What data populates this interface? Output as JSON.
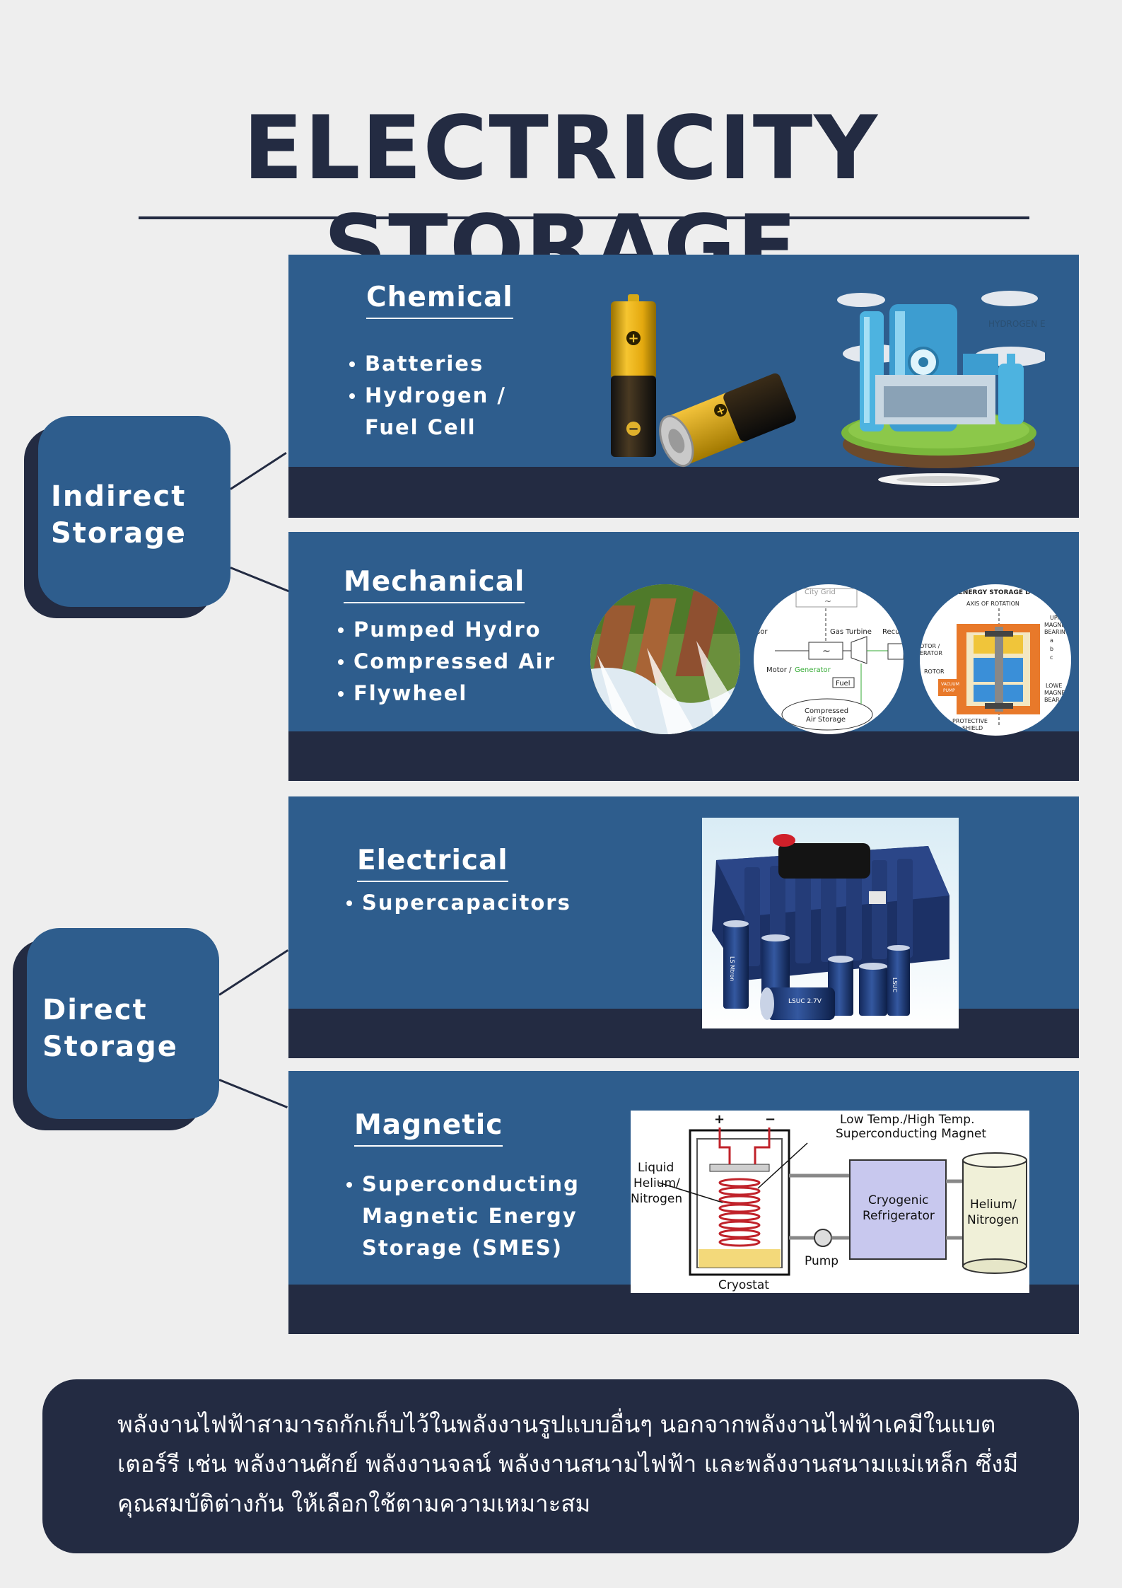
{
  "title": "ELECTRICITY STORAGE",
  "categories": [
    {
      "label_line1": "Indirect",
      "label_line2": "Storage"
    },
    {
      "label_line1": "Direct",
      "label_line2": "Storage"
    }
  ],
  "panels": [
    {
      "heading": "Chemical",
      "bullets": [
        "Batteries",
        "Hydrogen /"
      ],
      "continuation": "Fuel Cell",
      "image_text": "HYDROGEN ENERGY"
    },
    {
      "heading": "Mechanical",
      "bullets": [
        "Pumped Hydro",
        "Compressed Air",
        "Flywheel"
      ],
      "diagram_labels": {
        "grid": "City Grid",
        "compressor": "sor",
        "gas_turbine": "Gas Turbine",
        "recuperator": "Recu",
        "motor": "Motor /",
        "generator": "Generator",
        "fuel": "Fuel",
        "air_storage_1": "Compressed",
        "air_storage_2": "Air Storage"
      },
      "flywheel_labels": {
        "title": "HEEL ENERGY STORAGE D",
        "axis": "AXIS OF ROTATION",
        "upper_1": "UPP",
        "upper_2": "MAGNE",
        "upper_3": "BEARIN",
        "motor_1": "OTOR /",
        "motor_2": "ERATOR",
        "rotor": "ROTOR",
        "vacuum_1": "VACUUM",
        "vacuum_2": "PUMP",
        "lower_1": "LOWE",
        "lower_2": "MAGNE",
        "lower_3": "BEAR",
        "shield_1": "PROTECTIVE",
        "shield_2": "SHIELD",
        "a": "a",
        "b": "b",
        "c": "c"
      }
    },
    {
      "heading": "Electrical",
      "bullets": [
        "Supercapacitors"
      ],
      "image_text": [
        "LSUC 2.7V",
        "LS Mtron",
        "LSUC"
      ]
    },
    {
      "heading": "Magnetic",
      "bullets": [
        "Superconducting"
      ],
      "continuation": [
        "Magnetic Energy",
        "Storage (SMES)"
      ],
      "diagram_labels": {
        "magnet_1": "Low Temp./High Temp.",
        "magnet_2": "Superconducting Magnet",
        "liquid_1": "Liquid",
        "liquid_2": "Helium/",
        "liquid_3": "Nitrogen",
        "refrigerator_1": "Cryogenic",
        "refrigerator_2": "Refrigerator",
        "tank_1": "Helium/",
        "tank_2": "Nitrogen",
        "pump": "Pump",
        "cryostat": "Cryostat",
        "plus": "+",
        "minus": "−"
      }
    }
  ],
  "summary": "พลังงานไฟฟ้าสามารถกักเก็บไว้ในพลังงานรูปแบบอื่นๆ นอกจากพลังงานไฟฟ้าเคมีในแบตเตอร์รี เช่น พลังงานศักย์ พลังงานจลน์ พลังงานสนามไฟฟ้า และพลังงานสนามแม่เหล็ก ซึ่งมีคุณสมบัติต่างกัน ให้เลือกใช้ตามความเหมาะสม",
  "colors": {
    "navy": "#232b42",
    "panel_blue": "#2e5d8d",
    "background": "#eeeeee"
  }
}
